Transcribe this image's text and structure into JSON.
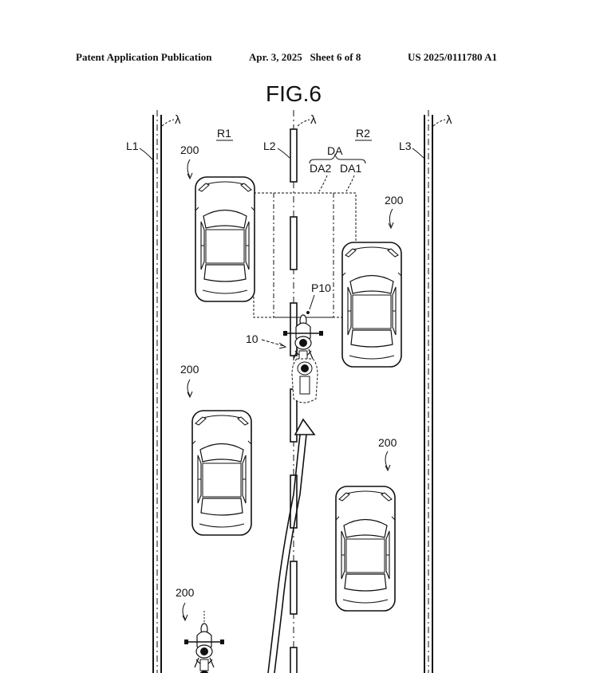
{
  "header": {
    "publication": "Patent Application Publication",
    "date_sheet": "Apr. 3, 2025   Sheet 6 of 8",
    "number": "US 2025/0111780 A1"
  },
  "figure": {
    "title": "FIG.6",
    "labels": {
      "lambda": "λ",
      "lane_line_1": "L1",
      "lane_line_2": "L2",
      "lane_line_3": "L3",
      "region_1": "R1",
      "region_2": "R2",
      "detection_area": "DA",
      "detection_area_2": "DA2",
      "detection_area_1": "DA1",
      "vehicle_ref": "200",
      "ego_ref": "10",
      "position_ref": "P10"
    }
  }
}
